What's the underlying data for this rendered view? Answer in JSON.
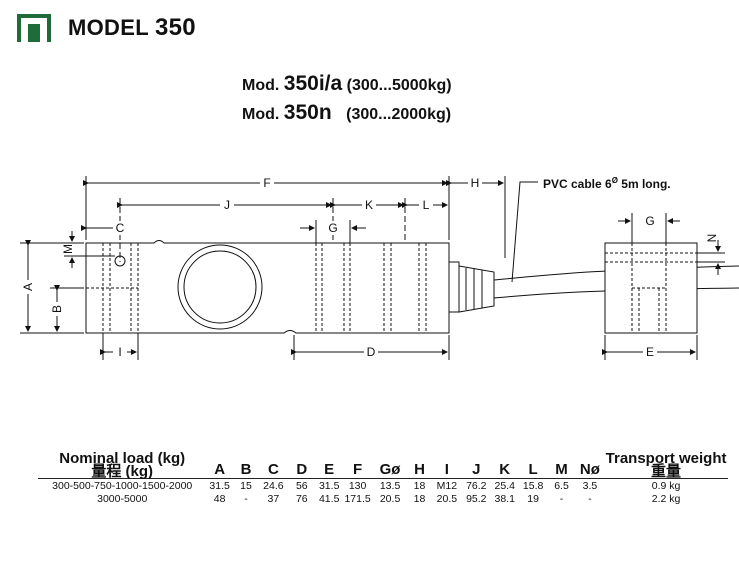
{
  "header": {
    "model_label": "MODEL",
    "model_number": "350"
  },
  "models": [
    {
      "prefix": "Mod.",
      "name": "350i/a",
      "range": "(300...5000kg)"
    },
    {
      "prefix": "Mod.",
      "name": "350n",
      "range": "(300...2000kg)"
    }
  ],
  "drawing": {
    "cable_note_pre": "PVC cable 6",
    "cable_note_sup": "Ø",
    "cable_note_post": " 5m long.",
    "dimension_labels": {
      "A": "A",
      "B": "B",
      "C": "C",
      "D": "D",
      "E": "E",
      "F": "F",
      "G": "G",
      "G2": "G",
      "H": "H",
      "I": "I",
      "J": "J",
      "K": "K",
      "L": "L",
      "M": "M",
      "N": "N"
    }
  },
  "table": {
    "nominal_load_label": "Nominal load (kg)",
    "nominal_load_label_cn": "量程 (kg)",
    "transport_label": "Transport weight",
    "transport_label_cn": "重量",
    "columns": [
      "A",
      "B",
      "C",
      "D",
      "E",
      "F",
      "Gø",
      "H",
      "I",
      "J",
      "K",
      "L",
      "M",
      "Nø"
    ],
    "rows": [
      {
        "load": "300-500-750-1000-1500-2000",
        "values": [
          "31.5",
          "15",
          "24.6",
          "56",
          "31.5",
          "130",
          "13.5",
          "18",
          "M12",
          "76.2",
          "25.4",
          "15.8",
          "6.5",
          "3.5"
        ],
        "weight": "0.9 kg"
      },
      {
        "load": "3000-5000",
        "values": [
          "48",
          "-",
          "37",
          "76",
          "41.5",
          "171.5",
          "20.5",
          "18",
          "20.5",
          "95.2",
          "38.1",
          "19",
          "-",
          "-"
        ],
        "weight": "2.2 kg"
      }
    ]
  },
  "colors": {
    "logo": "#1f6b3a",
    "line": "#111111",
    "fill": "#ffffff"
  }
}
